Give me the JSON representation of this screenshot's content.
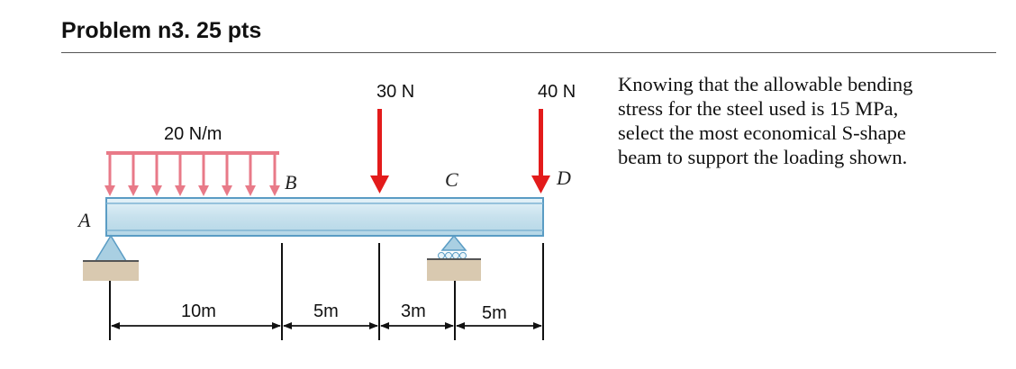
{
  "header": {
    "title": "Problem n3. 25 pts"
  },
  "problem": {
    "lines": [
      "Knowing that the allowable bending",
      "stress for the steel used is 15 MPa,",
      "select the most economical S-shape",
      "beam to support the loading shown."
    ]
  },
  "diagram": {
    "points": {
      "a": "A",
      "b": "B",
      "c": "C",
      "d": "D"
    },
    "loads": {
      "distributed": "20 N/m",
      "point_30": "30 N",
      "point_40": "40 N"
    },
    "dimensions": {
      "ab": "10m",
      "b_30": "5m",
      "load_c": "3m",
      "cd": "5m"
    },
    "colors": {
      "beam_fill": "#cde4ee",
      "beam_stroke": "#5a9cc4",
      "dist_load": "#e87a88",
      "point_load": "#e31b1b",
      "support_fill": "#a9cfe2",
      "ground_fill": "#d9c9b0"
    }
  }
}
